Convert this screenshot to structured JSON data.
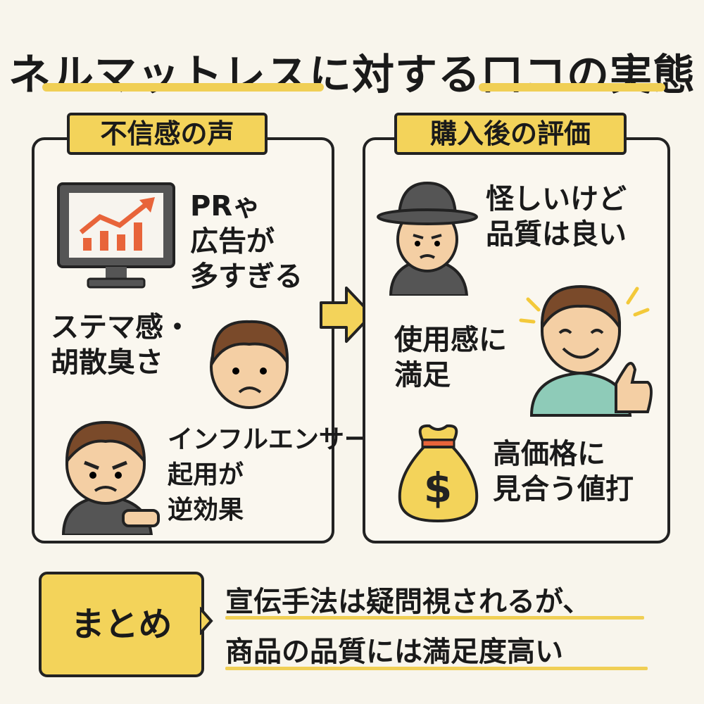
{
  "title": "ネルマットレスに対する口コの実態",
  "left": {
    "tag": "不信感の声",
    "items": [
      {
        "text": "PRゃ\n広告が\n多すぎる",
        "icon": "monitor-chart-icon"
      },
      {
        "text": "ステマ感・\n胡散臭さ",
        "icon": "worried-face-icon"
      },
      {
        "text": "インフルエンサー\n起用が\n逆効果",
        "icon": "angry-person-icon"
      }
    ]
  },
  "right": {
    "tag": "購入後の評価",
    "items": [
      {
        "text": "怪しいけど\n品質は良い",
        "icon": "hat-person-icon"
      },
      {
        "text": "使用感に\n満足",
        "icon": "thumbs-up-person-icon"
      },
      {
        "text": "高価格に\n見合う値打",
        "icon": "money-bag-icon"
      }
    ]
  },
  "summary": {
    "label": "まとめ",
    "lines": [
      "宣伝手法は疑問視されるが、",
      "商品の品質には満足度高い"
    ]
  },
  "colors": {
    "accent": "#f3d35a",
    "background": "#f8f5ec",
    "chart": "#e8643a"
  }
}
